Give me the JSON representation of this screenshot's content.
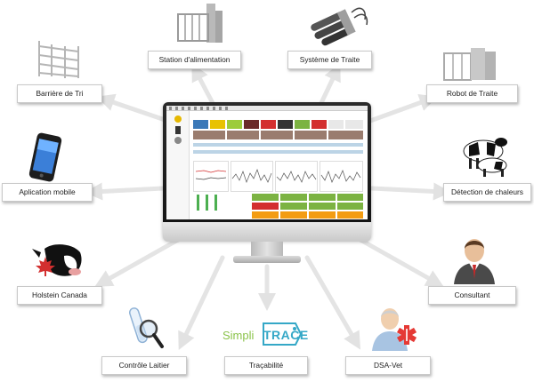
{
  "diagram": {
    "nodes": [
      {
        "id": "station",
        "label": "Station d'alimentation"
      },
      {
        "id": "traite",
        "label": "Système de Traite"
      },
      {
        "id": "barriere",
        "label": "Barrière de Tri"
      },
      {
        "id": "robot",
        "label": "Robot de Traite"
      },
      {
        "id": "mobile",
        "label": "Aplication mobile"
      },
      {
        "id": "chaleurs",
        "label": "Détection de chaleurs"
      },
      {
        "id": "holstein",
        "label": "Holstein Canada"
      },
      {
        "id": "consultant",
        "label": "Consultant"
      },
      {
        "id": "controle",
        "label": "Contrôle Laitier"
      },
      {
        "id": "tracabilite",
        "label": "Traçabilité"
      },
      {
        "id": "dsavet",
        "label": "DSA-Vet"
      }
    ],
    "logo": {
      "text_a": "Simpli",
      "text_b": "TRACE"
    },
    "colors": {
      "arrow": "#e3e3e3",
      "red": "#d32f2f",
      "green": "#7cb342",
      "orange": "#f39c12",
      "simpli_blue": "#35a8c7",
      "simpli_green": "#8bc34a"
    }
  }
}
